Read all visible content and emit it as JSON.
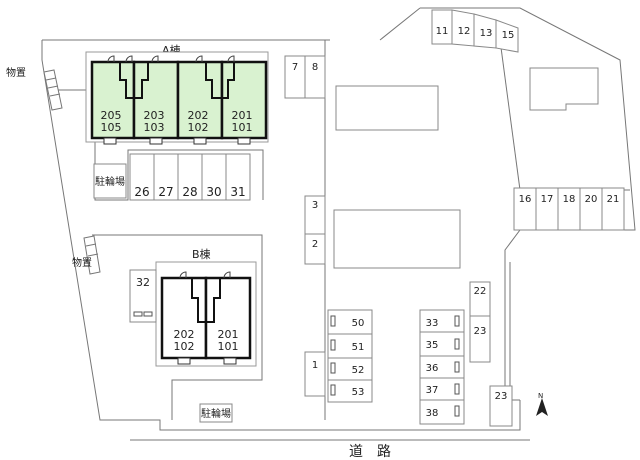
{
  "labels": {
    "building_a": "A棟",
    "building_b": "B棟",
    "storage_left_top": "物置",
    "storage_left_mid": "物置",
    "bicycle_parking_top": "駐輪場",
    "bicycle_parking_bottom": "駐輪場",
    "road": "道　路",
    "north": "N"
  },
  "building_a_units": [
    {
      "upper": "205",
      "lower": "105"
    },
    {
      "upper": "203",
      "lower": "103"
    },
    {
      "upper": "202",
      "lower": "102"
    },
    {
      "upper": "201",
      "lower": "101"
    }
  ],
  "building_b_units": [
    {
      "upper": "202",
      "lower": "102"
    },
    {
      "upper": "201",
      "lower": "101"
    }
  ],
  "parking": {
    "row_a": [
      "26",
      "27",
      "28",
      "30",
      "31"
    ],
    "lot_32": "32",
    "pair_7_8": [
      "7",
      "8"
    ],
    "column_3_2": [
      "3",
      "2"
    ],
    "lot_1": "1",
    "column_50_53": [
      "50",
      "51",
      "52",
      "53"
    ],
    "column_33_38": [
      "33",
      "35",
      "36",
      "37",
      "38"
    ],
    "column_22_23": [
      "22",
      "23"
    ],
    "lot_23_bottom": "23",
    "top_right": [
      "11",
      "12",
      "13",
      "15"
    ],
    "right_row": [
      "16",
      "17",
      "18",
      "20",
      "21"
    ]
  },
  "colors": {
    "unit_fill": "#d9f2d0",
    "unit_border": "#111111",
    "line": "#777777"
  }
}
